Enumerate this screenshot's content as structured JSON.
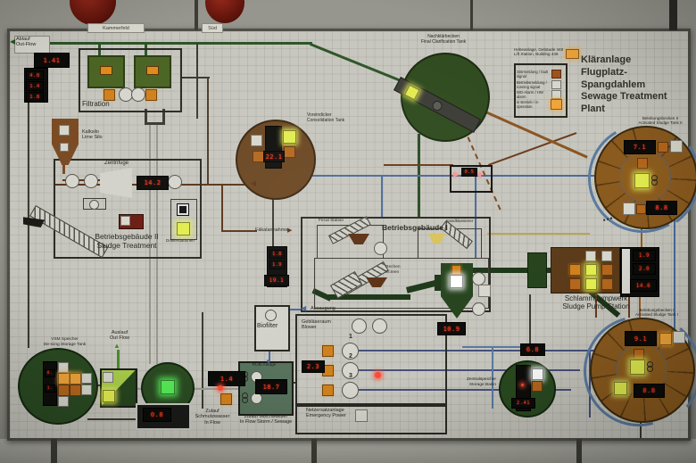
{
  "wall": {
    "tag_left": "Kammerfeld",
    "tag_sued": "Süd"
  },
  "title_block": {
    "lift_station_de": "Hebeanlage, Gebäude 446",
    "lift_station_en": "Lift Station, Building 446",
    "title_de": "Kläranlage",
    "title_site": "Flugplatz-Spangdahlem",
    "title_en": "Sewage Treatment Plant",
    "legend": [
      {
        "label": "Störmeldung / fault signal",
        "color": "#a0521c"
      },
      {
        "label": "Betriebsmeldung / running signal",
        "color": "#d4d4cc"
      },
      {
        "label": "WD-Alarm / HW alarm",
        "color": "#d4d4cc"
      },
      {
        "label": "in Betrieb / in operation",
        "color": "#f0a43a"
      }
    ]
  },
  "labels": {
    "ablauf_de": "Ablauf",
    "ablauf_en": "Out-Flow",
    "filtration": "Filtration",
    "nachklaer_de": "Nachklärbecken",
    "nachklaer_en": "Final Clarification Tank",
    "voreindicker_de": "Voreindicker",
    "voreindicker_en": "Consolidation Tank",
    "kalksilo_de": "Kalksilo",
    "kalksilo_en": "Lime Silo",
    "zentrifuge": "Zentrifuge",
    "bg2_de": "Betriebsgebäude II",
    "bg2_en": "Sludge Treatment",
    "dosier": "Dosierstationen",
    "bg1": "Betriebsgebäude I",
    "fecal": "Fecal Station",
    "faekal": "Fäkalannahme",
    "sand": "Sandklassierer",
    "rechen_de": "Rechen",
    "rechen_en": "Screen",
    "absaugung": "Absaugung",
    "biofilter": "Biofilter",
    "geblaese_de": "Gebläseraum",
    "geblaese_en": "Blower",
    "blower_units": [
      "1",
      "2",
      "3"
    ],
    "netz_de": "Netzersatzanlage",
    "netz_en": "Emergency Power",
    "pump_de": "Schlammpumpwerk",
    "pump_en": "Sludge Pump Station",
    "ast2_de": "Belebungsbecken II",
    "ast2_en": "Activated Sludge Tank II",
    "ast1_de": "Belebungsbecken I",
    "ast1_en": "Activated Sludge Tank I",
    "storage_de": "Zentralspeicher",
    "storage_en": "Storage Basin",
    "vsm_de": "VSM Speicher",
    "vsm_en": "De-Icing Storage Tank",
    "auslauf_de": "Auslauf",
    "auslauf_en": "Out Flow",
    "zulauf1_l1": "Zulauf",
    "zulauf1_l2": "Schmutzwasser",
    "zulauf1_l3": "In Flow",
    "rub_box": "RÜB-Anlage",
    "zulauf2_l1": "Zulauf Mischwasser",
    "zulauf2_l2": "In Flow  Storm / Sewage"
  },
  "displays": {
    "outflow_top": "1.41",
    "left_panel": [
      "4.8",
      "1.4",
      "1.8"
    ],
    "zentrifuge": "14.2",
    "voreindicker": "22.1",
    "flow_meter": "0.5",
    "bld1_panel": [
      "1.8",
      "1.9",
      "19.1"
    ],
    "funnel": "10.9",
    "pump_station": [
      "1.9",
      "2.0",
      "14.6"
    ],
    "ast2": [
      "7.1",
      "8.8"
    ],
    "ast1": [
      "9.1",
      "8.8"
    ],
    "storage_top": "6.8",
    "storage_level": "2.41",
    "blower": "2.3",
    "rub": "18.7",
    "inflow_sewage": "1.4",
    "deicing_meter": "0.8",
    "vsm_marks": [
      "8.",
      "1."
    ]
  },
  "icons": {
    "arrow_left": "◀",
    "arrow_right": "▶",
    "arrow_up": "▲",
    "arrow_down": "▼"
  },
  "colors": {
    "board": "#c6c6be",
    "pipe_green": "#2c5426",
    "pipe_sludge": "#5a3418",
    "pipe_air_blue": "#4a6a9a",
    "tank_orange": "#8a5a1e",
    "tank_green": "#2a4a22",
    "lamp_yellow": "#e2ec4e",
    "lamp_amber": "#f0a43a",
    "digit_red": "#ff3a22"
  }
}
